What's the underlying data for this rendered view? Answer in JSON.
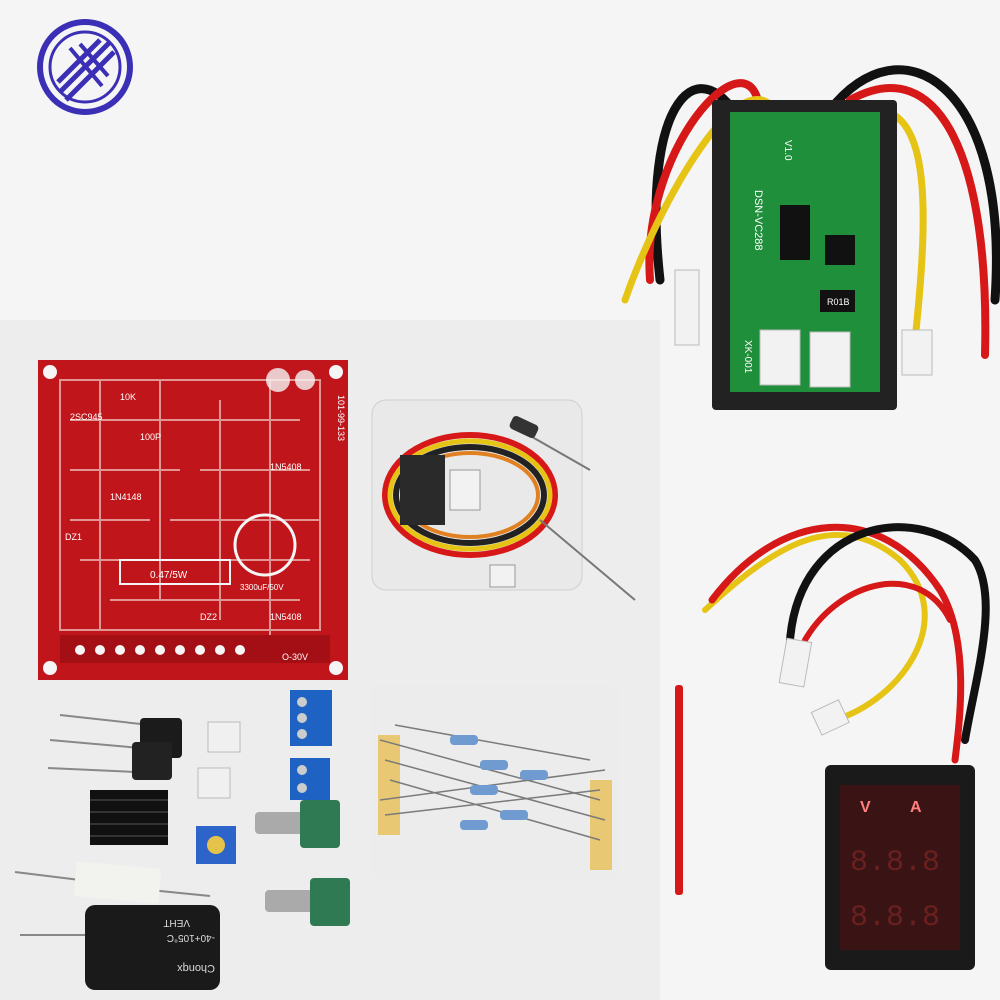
{
  "logo": {
    "icon": "company-logo-icon",
    "color": "#3b2fb5"
  },
  "watermark_text": "",
  "pcb": {
    "color": "#c0161b",
    "labels": [
      "2SC945",
      "10K",
      "100P",
      "1N4148",
      "0.47/5W",
      "1N5408",
      "1N5408",
      "3300uF/50V",
      "DZ1",
      "DZ2",
      "101-99-133",
      "O-30V"
    ]
  },
  "meter_board": {
    "board_color": "#1f8f3b",
    "labels": [
      "DSN-VC288",
      "V1.0",
      "XK-001",
      "R01B"
    ]
  },
  "display_module": {
    "labels": [
      "V",
      "A"
    ],
    "digits_top": "8.8.8",
    "digits_bottom": "8.8.8"
  },
  "capacitor": {
    "labels": [
      "VEHT",
      "-40+105°C",
      "Chonqx"
    ]
  },
  "colors": {
    "wire_red": "#d61818",
    "wire_black": "#111111",
    "wire_yellow": "#e6c415",
    "connector": "#f2f2f2",
    "terminal_blue": "#1e63c4",
    "pot_green": "#2f7a52"
  }
}
